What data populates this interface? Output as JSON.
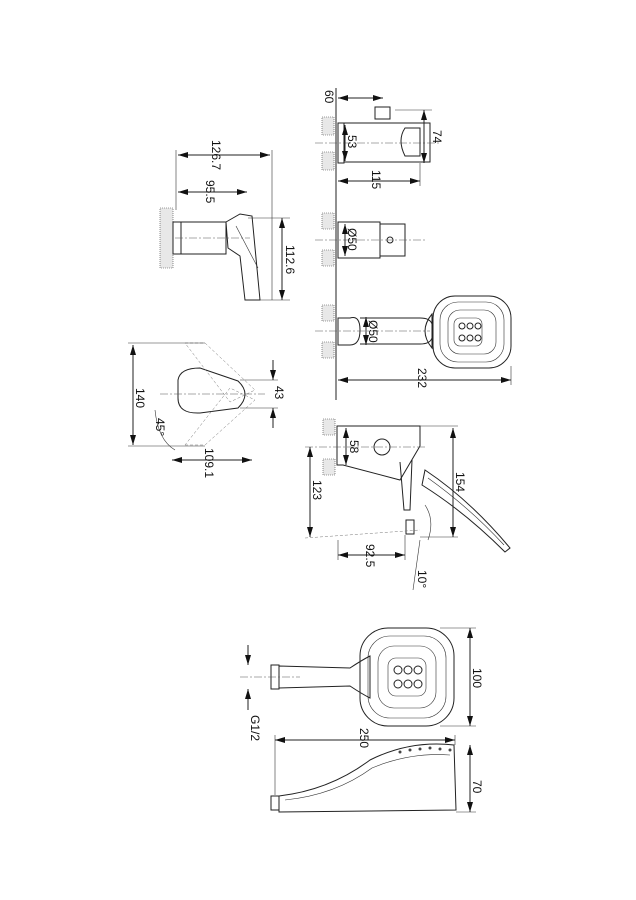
{
  "dimensions": {
    "wall_holder_offset": "60",
    "wall_holder_height": "74",
    "wall_holder_flange": "53",
    "wall_holder_depth": "115",
    "mixer_total_depth": "126.7",
    "mixer_body_depth": "95.5",
    "mixer_lever_height": "112.6",
    "outlet_diameter": "Ø50",
    "holder_diameter": "Ø50",
    "installed_length": "232",
    "lever_sweep": "140",
    "lever_width": "43",
    "lever_angle": "45°",
    "lever_reach": "109.1",
    "side_offset": "58",
    "side_height": "154",
    "side_drop": "123",
    "side_reach": "92.5",
    "tilt_angle": "10°",
    "thread": "G1/2",
    "shower_head_width": "100",
    "hand_shower_length": "250",
    "shower_head_depth": "70"
  }
}
